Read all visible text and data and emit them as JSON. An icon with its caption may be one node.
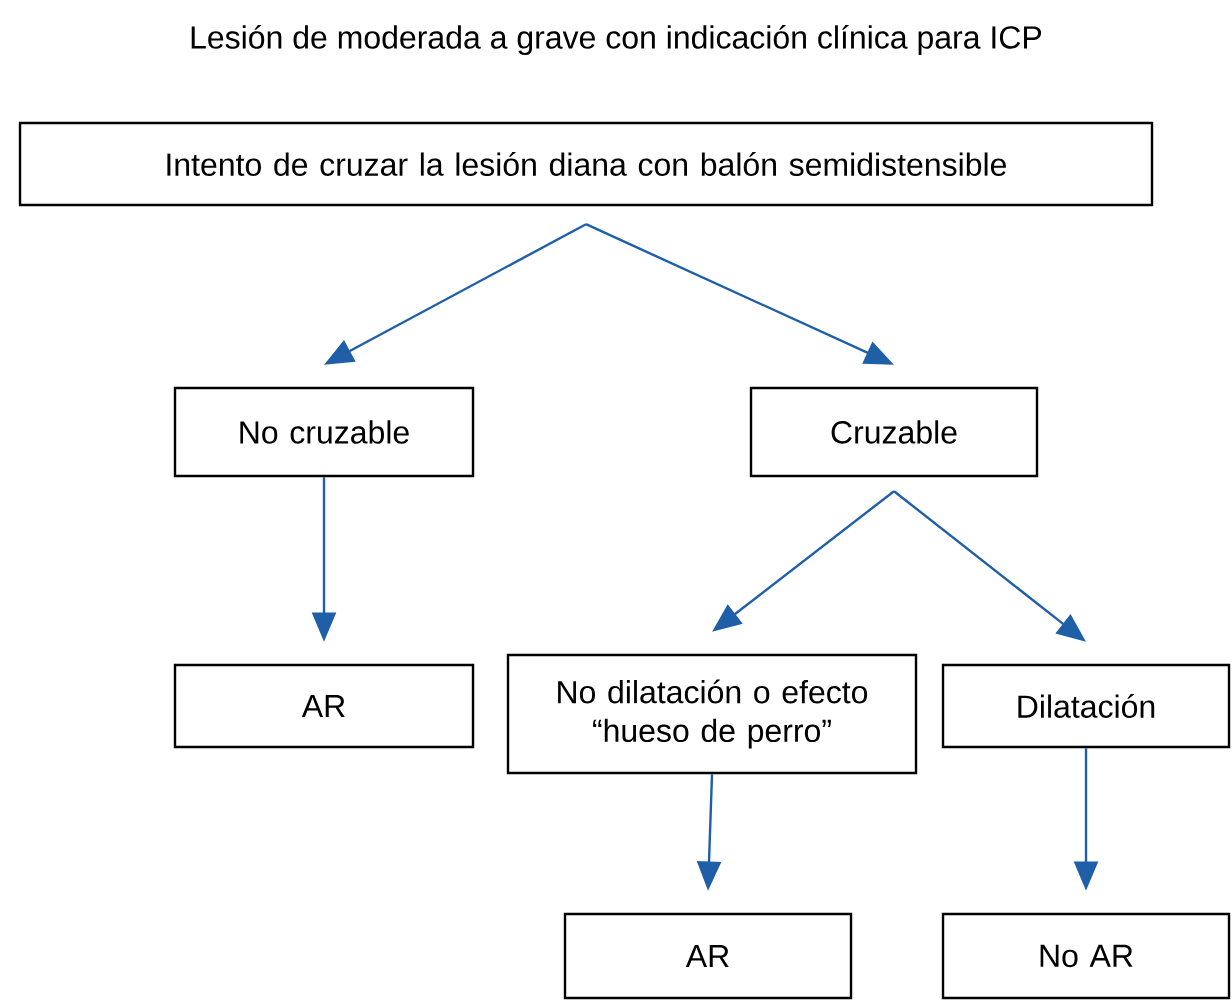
{
  "diagram": {
    "title": "Lesión de moderada a grave con indicación clínica para ICP",
    "nodes": [
      {
        "text": [
          "Intento de cruzar la lesión diana con balón semidistensible"
        ]
      },
      {
        "text": [
          "No cruzable"
        ]
      },
      {
        "text": [
          "Cruzable"
        ]
      },
      {
        "text": [
          "AR"
        ]
      },
      {
        "text": [
          "No dilatación o efecto “hueso de perro”"
        ]
      },
      {
        "text": [
          "Dilatación"
        ]
      },
      {
        "text": [
          "AR"
        ]
      },
      {
        "text": [
          "No AR"
        ]
      }
    ],
    "edges": [
      {
        "from": 0,
        "to": 1,
        "arrow": "to"
      },
      {
        "from": 0,
        "to": 2,
        "arrow": "to"
      },
      {
        "from": 1,
        "to": 3,
        "arrow": "to"
      },
      {
        "from": 2,
        "to": 4,
        "arrow": "to"
      },
      {
        "from": 2,
        "to": 5,
        "arrow": "to"
      },
      {
        "from": 4,
        "to": 6,
        "arrow": "to"
      },
      {
        "from": 5,
        "to": 7,
        "arrow": "to"
      }
    ]
  }
}
